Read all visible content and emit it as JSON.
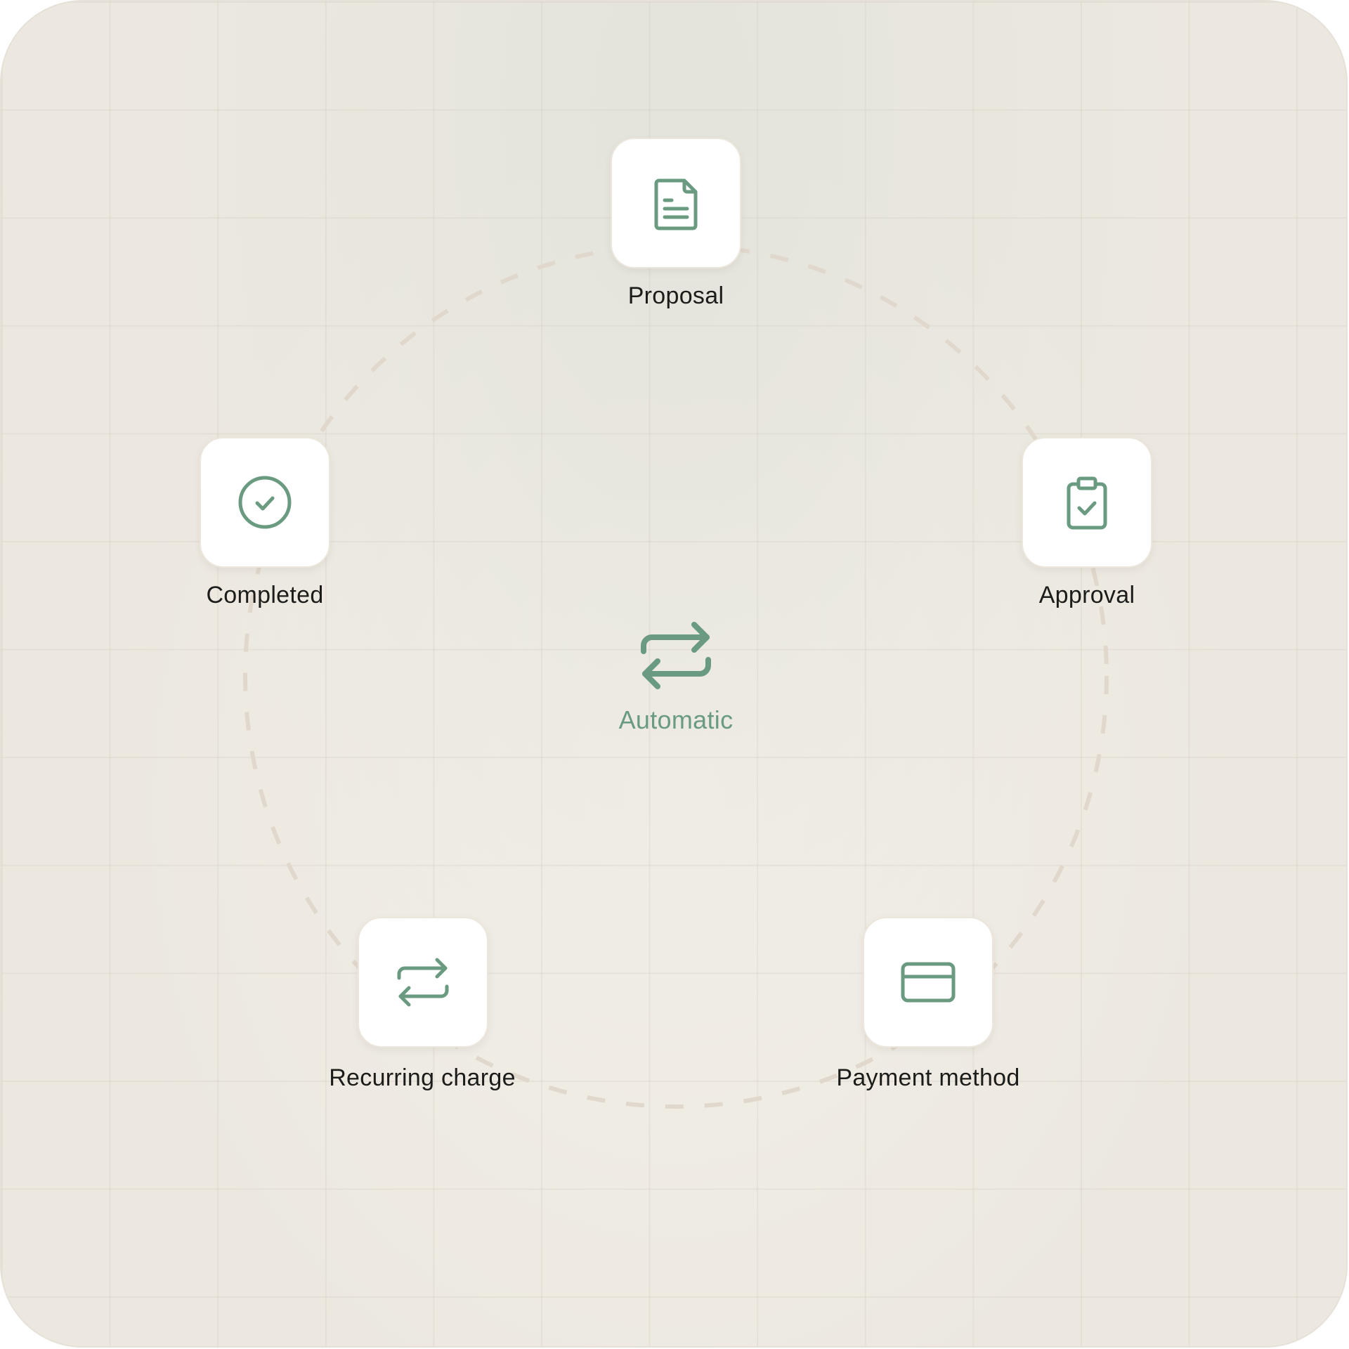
{
  "colors": {
    "accent": "#6a9a80",
    "label": "#1c1c1a",
    "ring": "#e0d8cc"
  },
  "center": {
    "icon": "repeat-arrows-icon",
    "label": "Automatic"
  },
  "steps": [
    {
      "label": "Proposal",
      "icon": "document-icon"
    },
    {
      "label": "Approval",
      "icon": "clipboard-check-icon"
    },
    {
      "label": "Payment method",
      "icon": "credit-card-icon"
    },
    {
      "label": "Recurring charge",
      "icon": "repeat-arrows-icon"
    },
    {
      "label": "Completed",
      "icon": "check-circle-icon"
    }
  ]
}
